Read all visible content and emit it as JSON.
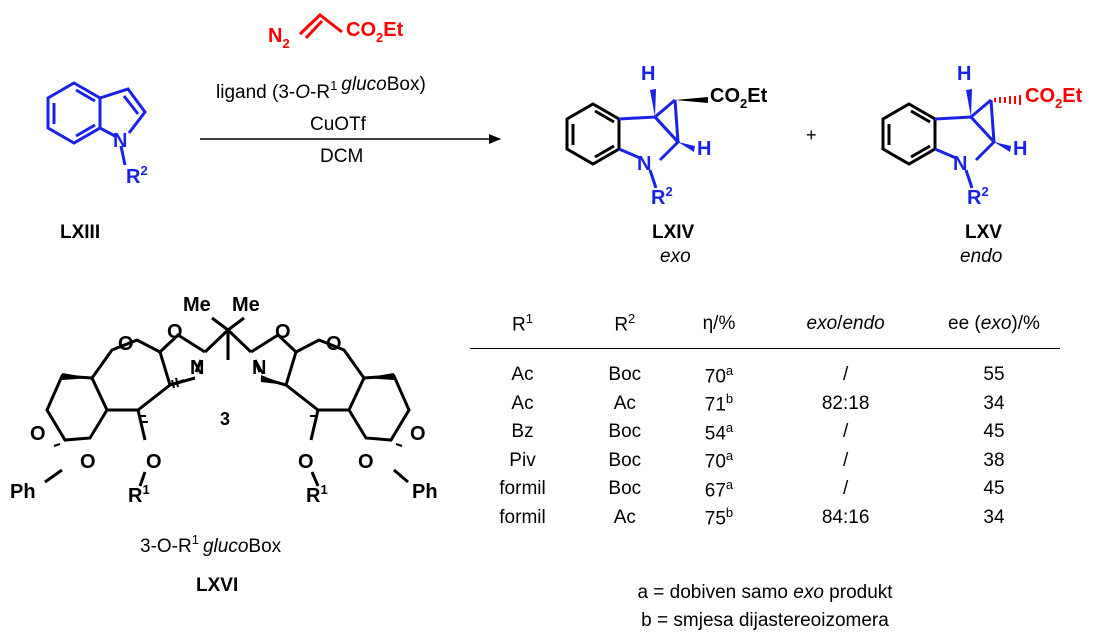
{
  "reagent": {
    "n": "N",
    "n_sub": "2",
    "co": "CO",
    "co_sub": "2",
    "et": "Et"
  },
  "conditions": {
    "ligand_prefix": "ligand (3-",
    "ligand_o": "O",
    "ligand_r": "-R",
    "ligand_sup": "1",
    "ligand_gluco": "gluco",
    "ligand_box": "Box)",
    "catalyst": "CuOTf",
    "solvent": "DCM"
  },
  "compounds": {
    "start": {
      "label": "LXIII",
      "n": "N",
      "r": "R",
      "r_sup": "2"
    },
    "exo": {
      "label": "LXIV",
      "sub": "exo",
      "h1": "H",
      "h2": "H",
      "n": "N",
      "r": "R",
      "r_sup": "2",
      "co": "CO",
      "co_sub": "2",
      "et": "Et"
    },
    "endo": {
      "label": "LXV",
      "sub": "endo",
      "h1": "H",
      "h2": "H",
      "n": "N",
      "r": "R",
      "r_sup": "2",
      "co": "CO",
      "co_sub": "2",
      "et": "Et"
    },
    "plus": "+",
    "ligand": {
      "label": "LXVI",
      "me1": "Me",
      "me2": "Me",
      "center": "3",
      "o": "O",
      "n": "N",
      "ph": "Ph",
      "r": "R",
      "r_sup": "1",
      "name_prefix": "3-O-R",
      "name_sup": "1",
      "name_gluco": "gluco",
      "name_box": "Box"
    }
  },
  "table": {
    "headers": {
      "r1": "R",
      "r1_sup": "1",
      "r2": "R",
      "r2_sup": "2",
      "eta": "η/%",
      "exo": "exo",
      "slash": "/",
      "endo": "endo",
      "ee": "ee (",
      "ee_exo": "exo",
      "ee_end": ")/%"
    },
    "rows": [
      {
        "r1": "Ac",
        "r2": "Boc",
        "eta": "70",
        "note": "a",
        "ratio": "/",
        "ee": "55"
      },
      {
        "r1": "Ac",
        "r2": "Ac",
        "eta": "71",
        "note": "b",
        "ratio": "82:18",
        "ee": "34"
      },
      {
        "r1": "Bz",
        "r2": "Boc",
        "eta": "54",
        "note": "a",
        "ratio": "/",
        "ee": "45"
      },
      {
        "r1": "Piv",
        "r2": "Boc",
        "eta": "70",
        "note": "a",
        "ratio": "/",
        "ee": "38"
      },
      {
        "r1": "formil",
        "r2": "Boc",
        "eta": "67",
        "note": "a",
        "ratio": "/",
        "ee": "45"
      },
      {
        "r1": "formil",
        "r2": "Ac",
        "eta": "75",
        "note": "b",
        "ratio": "84:16",
        "ee": "34"
      }
    ]
  },
  "notes": {
    "a_prefix": "a = dobiven samo ",
    "a_italic": "exo",
    "a_suffix": " produkt",
    "b": "b = smjesa dijastereoizomera"
  },
  "colors": {
    "blue": "#1a22e6",
    "red": "#ff0000",
    "black": "#000000"
  }
}
